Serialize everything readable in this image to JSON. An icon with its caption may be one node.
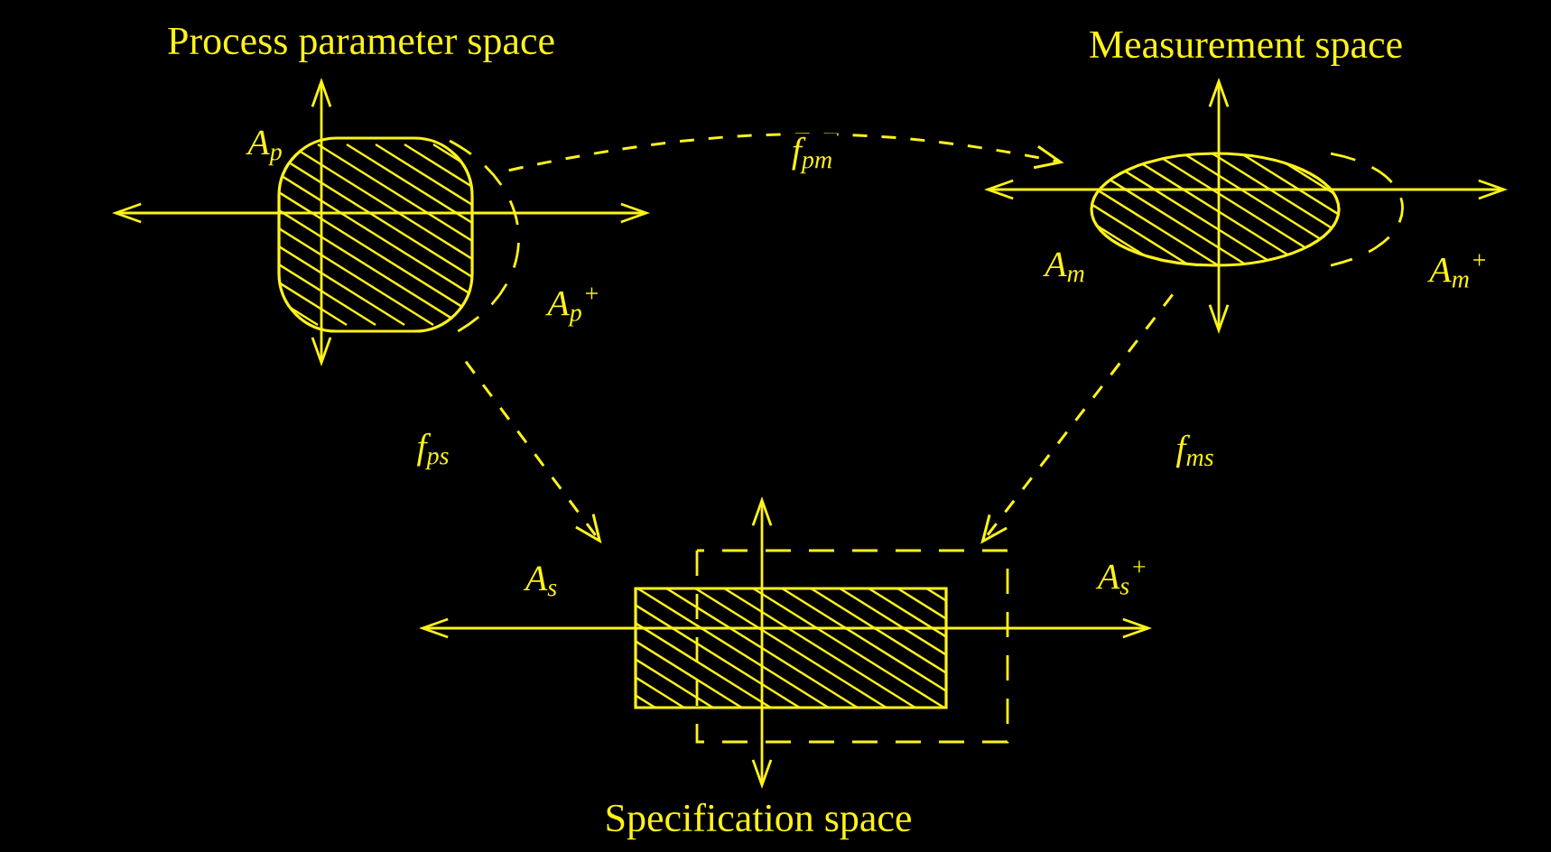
{
  "diagram": {
    "nodes": [
      {
        "text": [
          "Process parameter space"
        ]
      },
      {
        "text": [
          "Measurement space"
        ]
      },
      {
        "text": [
          "Specification space"
        ]
      }
    ],
    "labels": [
      "A$_{p}$",
      "A$_{p}$$^{+}$",
      "A$_{m}$",
      "A$_{m}$$^{+}$",
      "A$_{s}$",
      "A$_{s}$$^{+}$"
    ],
    "edges": [
      {
        "from": 0,
        "to": 1,
        "arrow": "to",
        "style": "dashed",
        "label": "f$_{pm}$"
      },
      {
        "from": 0,
        "to": 2,
        "arrow": "to",
        "style": "dashed",
        "label": "f$_{ps}$"
      },
      {
        "from": 1,
        "to": 2,
        "arrow": "to",
        "style": "dashed",
        "label": "f$_{ms}$"
      }
    ]
  }
}
